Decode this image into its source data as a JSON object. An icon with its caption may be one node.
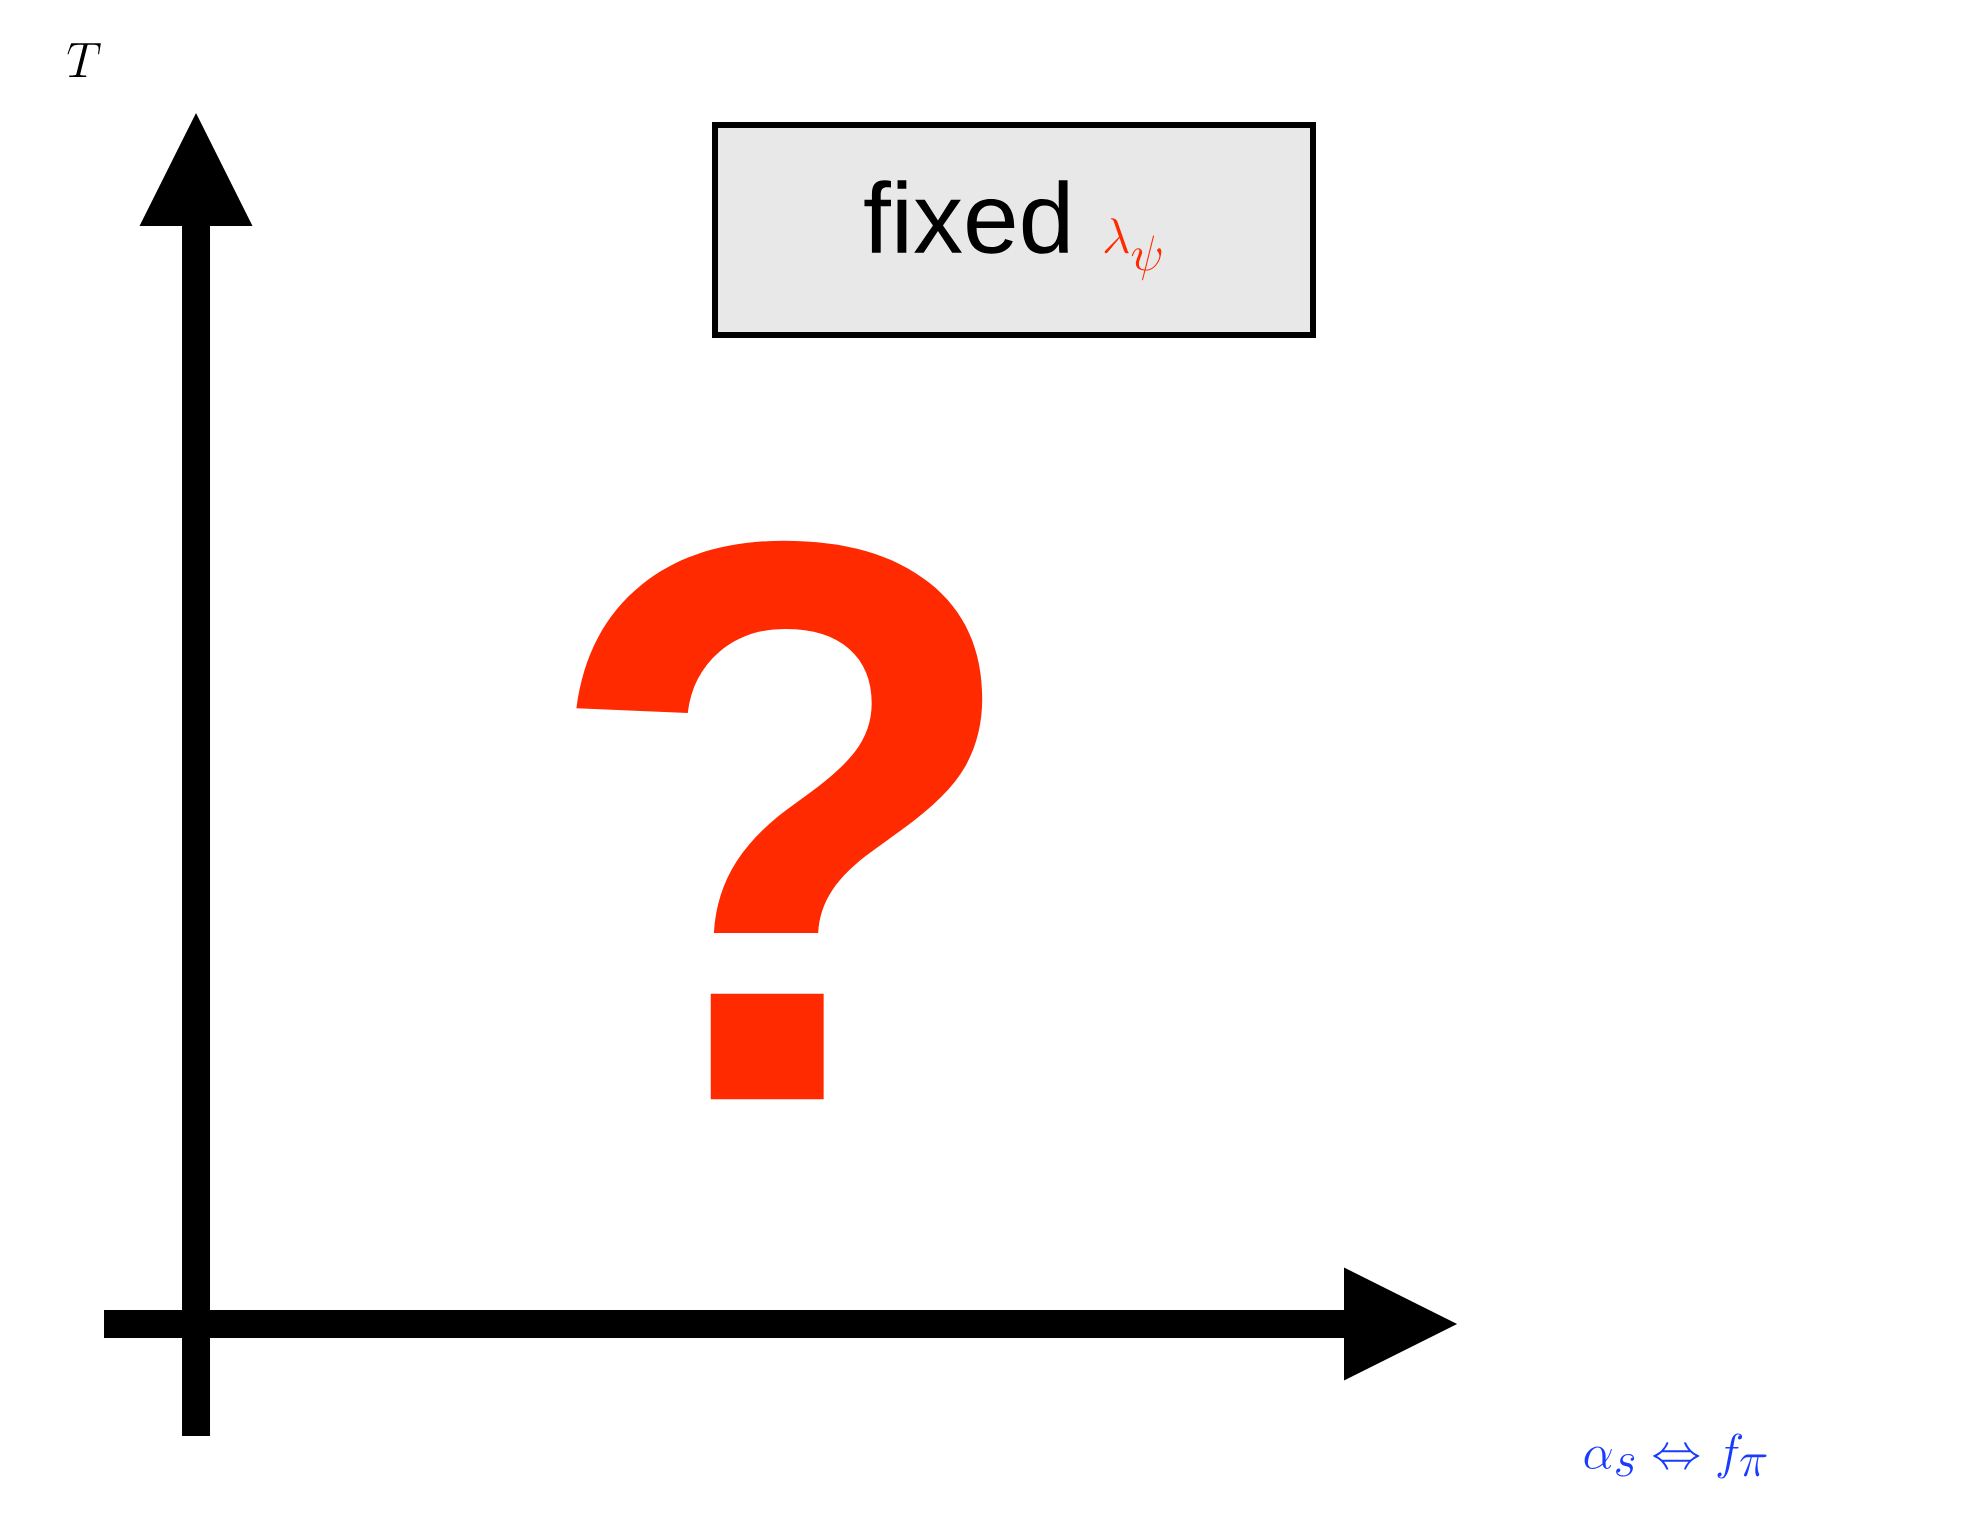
{
  "diagram": {
    "nodes": [
      {
        "text": [
          "fixed",
          "\\lambda_\\psi"
        ]
      }
    ],
    "edges": [],
    "labels": [
      "T",
      "?",
      "\\alpha_s \\Leftrightarrow f_\\pi"
    ]
  }
}
